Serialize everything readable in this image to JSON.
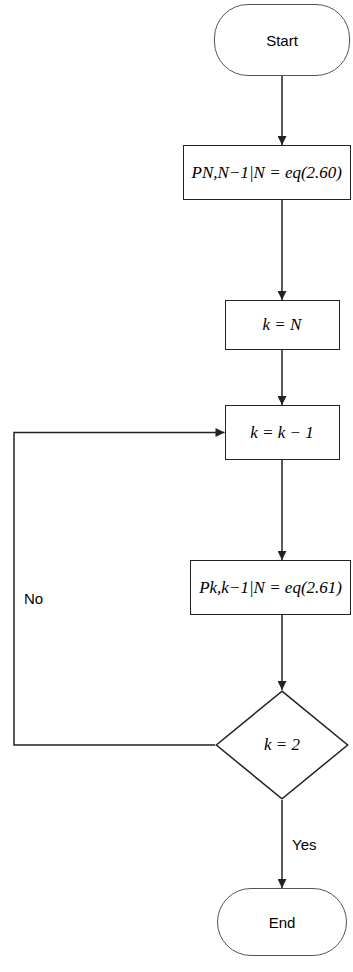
{
  "diagram": {
    "nodes": [
      {
        "text": [
          "Start"
        ]
      },
      {
        "text": [
          "PN,N−1|N = eq(2.60)"
        ]
      },
      {
        "text": [
          "k = N"
        ]
      },
      {
        "text": [
          "k = k − 1"
        ]
      },
      {
        "text": [
          "Pk,k−1|N = eq(2.61)"
        ]
      },
      {
        "text": [
          "k = 2"
        ]
      },
      {
        "text": [
          "End"
        ]
      }
    ],
    "edges": [
      {
        "from": 0,
        "to": 1,
        "arrow": "to"
      },
      {
        "from": 1,
        "to": 2,
        "arrow": "to"
      },
      {
        "from": 2,
        "to": 3,
        "arrow": "to"
      },
      {
        "from": 3,
        "to": 4,
        "arrow": "to"
      },
      {
        "from": 4,
        "to": 5,
        "arrow": "to"
      },
      {
        "from": 5,
        "to": 3,
        "label": "No",
        "arrow": "to"
      },
      {
        "from": 5,
        "to": 6,
        "label": "Yes",
        "arrow": "to"
      }
    ]
  }
}
